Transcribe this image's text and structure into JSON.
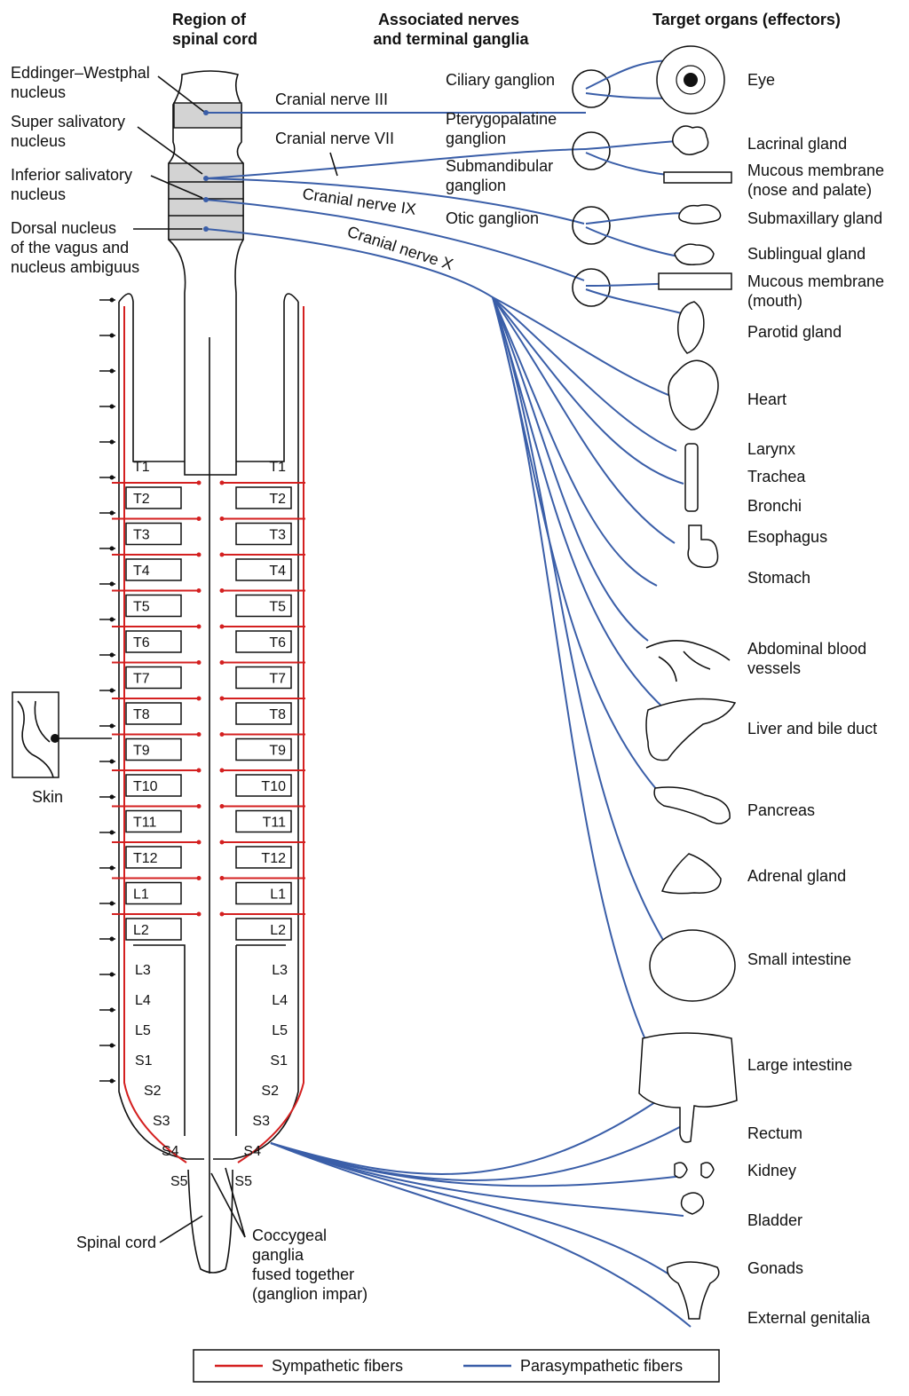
{
  "headers": {
    "region": [
      "Region of",
      "spinal cord"
    ],
    "nerves": [
      "Associated nerves",
      "and terminal ganglia"
    ],
    "targets": "Target organs (effectors)"
  },
  "nuclei": [
    [
      "Eddinger–Westphal",
      "nucleus"
    ],
    [
      "Super salivatory",
      "nucleus"
    ],
    [
      "Inferior salivatory",
      "nucleus"
    ],
    [
      "Dorsal nucleus",
      "of the vagus and",
      "nucleus ambiguus"
    ]
  ],
  "cranial_nerves": [
    "Cranial nerve III",
    "Cranial nerve VII",
    "Cranial nerve IX",
    "Cranial nerve X"
  ],
  "ganglia": [
    [
      "Ciliary ganglion"
    ],
    [
      "Pterygopalatine",
      "ganglion"
    ],
    [
      "Submandibular",
      "ganglion"
    ],
    [
      "Otic ganglion"
    ]
  ],
  "organs": [
    [
      "Eye"
    ],
    [
      "Lacrinal gland"
    ],
    [
      "Mucous membrane",
      "(nose and palate)"
    ],
    [
      "Submaxillary gland"
    ],
    [
      "Sublingual gland"
    ],
    [
      "Mucous membrane",
      "(mouth)"
    ],
    [
      "Parotid gland"
    ],
    [
      "Heart"
    ],
    [
      "Larynx"
    ],
    [
      "Trachea"
    ],
    [
      "Bronchi"
    ],
    [
      "Esophagus"
    ],
    [
      "Stomach"
    ],
    [
      "Abdominal blood",
      "vessels"
    ],
    [
      "Liver and bile duct"
    ],
    [
      "Pancreas"
    ],
    [
      "Adrenal gland"
    ],
    [
      "Small intestine"
    ],
    [
      "Large intestine"
    ],
    [
      "Rectum"
    ],
    [
      "Kidney"
    ],
    [
      "Bladder"
    ],
    [
      "Gonads"
    ],
    [
      "External genitalia"
    ]
  ],
  "segments": [
    "T1",
    "T2",
    "T3",
    "T4",
    "T5",
    "T6",
    "T7",
    "T8",
    "T9",
    "T10",
    "T11",
    "T12",
    "L1",
    "L2",
    "L3",
    "L4",
    "L5",
    "S1",
    "S2",
    "S3",
    "S4",
    "S5"
  ],
  "skin_label": "Skin",
  "spinal_cord_label": "Spinal cord",
  "coccygeal_label": [
    "Coccygeal",
    "ganglia",
    "fused together",
    "(ganglion impar)"
  ],
  "legend": {
    "sympathetic": "Sympathetic fibers",
    "parasympathetic": "Parasympathetic fibers"
  },
  "colors": {
    "sympathetic": "#d42020",
    "parasympathetic": "#3a5ea8",
    "region_fill": "#d3d3d3"
  }
}
